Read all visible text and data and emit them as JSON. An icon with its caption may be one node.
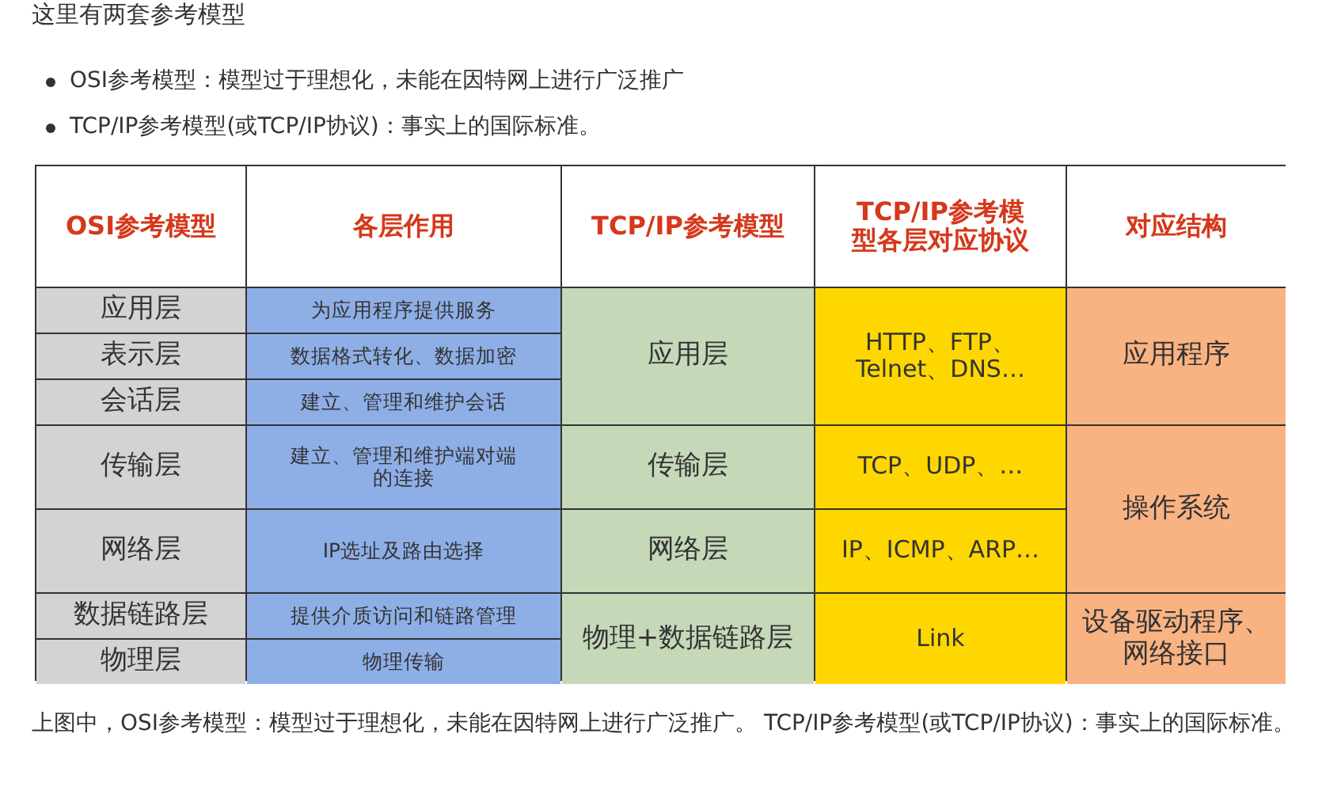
{
  "diagram": {
    "labels": [
      "这里有两套参考模型",
      "OSI参考模型：模型过于理想化，未能在因特网上进行广泛推广",
      "TCP/IP参考模型(或TCP/IP协议)：事实上的国际标准。",
      "OSI参考模型",
      "各层作用",
      "TCP/IP参考模型",
      "TCP/IP参考模型各层对应协议",
      "对应结构",
      "应用层",
      "为应用程序提供服务",
      "表示层",
      "数据格式转化、数据加密",
      "应用层",
      "HTTP、FTP、Telnet、DNS…",
      "应用程序",
      "会话层",
      "建立、管理和维护会话",
      "传输层",
      "建立、管理和维护端对端的连接",
      "传输层",
      "TCP、UDP、…",
      "操作系统",
      "网络层",
      "IP选址及路由选择",
      "网络层",
      "IP、ICMP、ARP…",
      "数据链路层",
      "提供介质访问和链路管理",
      "物理+数据链路层",
      "Link",
      "设备驱动程序、网络接口",
      "物理层",
      "物理传输",
      "上图中，OSI参考模型：模型过于理想化，未能在因特网上进行广泛推广。 TCP/IP参考模型(或TCP/IP协议)：事实上的国际标准。"
    ]
  }
}
